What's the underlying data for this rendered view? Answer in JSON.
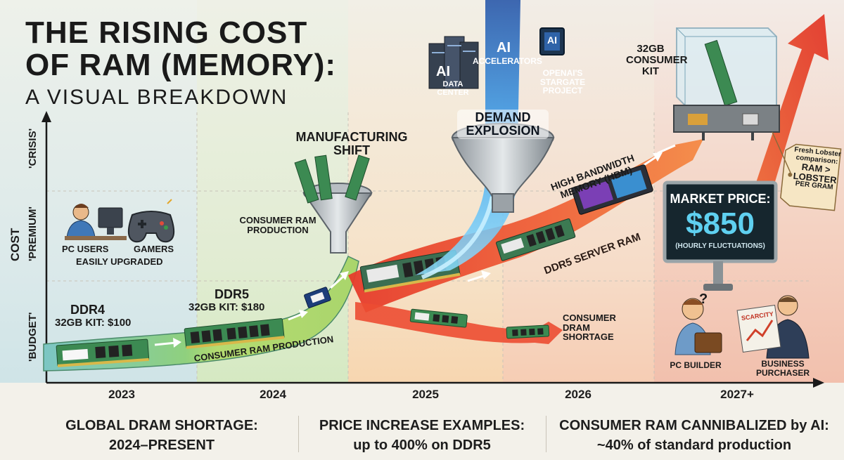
{
  "title": {
    "line1": "THE RISING COST",
    "line2": "OF RAM (MEMORY):",
    "subtitle": "A VISUAL BREAKDOWN"
  },
  "y_axis": {
    "label": "COST",
    "levels": [
      "'BUDGET'",
      "'PREMIUM'",
      "'CRISIS'"
    ]
  },
  "x_axis": {
    "years": [
      "2023",
      "2024",
      "2025",
      "2026",
      "2027+"
    ]
  },
  "users": {
    "pc_users": "PC USERS",
    "gamers": "GAMERS",
    "easily": "EASILY UPGRADED"
  },
  "ddr4": {
    "name": "DDR4",
    "price": "32GB KIT: $100"
  },
  "ddr5": {
    "name": "DDR5",
    "price": "32GB KIT: $180"
  },
  "flows": {
    "consumer_production_label": "CONSUMER RAM PRODUCTION",
    "consumer_production_funnel": "CONSUMER RAM PRODUCTION",
    "manufacturing_shift": "MANUFACTURING SHIFT",
    "demand_explosion": "DEMAND EXPLOSION",
    "hbm": "HIGH BANDWIDTH MEMORY (HBM)",
    "ddr5_server": "DDR5 SERVER RAM",
    "consumer_shortage": "CONSUMER DRAM SHORTAGE"
  },
  "demand_sources": {
    "ai_dc_big": "AI",
    "ai_dc_small": "DATA CENTER",
    "accel_big": "AI",
    "accel_small": "ACCELERATORS",
    "chip_label": "AI",
    "stargate": "OPENAI'S STARGATE PROJECT"
  },
  "kit": {
    "title": "32GB CONSUMER KIT"
  },
  "tag": {
    "line1": "Fresh Lobster",
    "line2": "comparison:",
    "line3": "RAM >",
    "line4": "LOBSTER",
    "line5": "PER GRAM"
  },
  "billboard": {
    "heading": "MARKET PRICE:",
    "price": "$850",
    "note": "(HOURLY FLUCTUATIONS)"
  },
  "people": {
    "builder": "PC BUILDER",
    "purchaser": "BUSINESS PURCHASER",
    "question": "?",
    "scarcity": "SCARCITY"
  },
  "footer": {
    "left_1": "GLOBAL DRAM SHORTAGE:",
    "left_2": "2024–PRESENT",
    "mid_1": "PRICE INCREASE EXAMPLES:",
    "mid_2": "up to 400% on DDR5",
    "right_1": "CONSUMER RAM CANNIBALIZED by AI:",
    "right_2": "~40% of standard production"
  },
  "colors": {
    "blue_band": "#d6e7ec",
    "green_band": "#dfeccd",
    "orange_band": "#f7dcc2",
    "red_band": "#f5cbb8",
    "arrow_red": "#e8472e",
    "beam_blue": "#3aa3f0",
    "billboard_bg": "#16262e"
  }
}
